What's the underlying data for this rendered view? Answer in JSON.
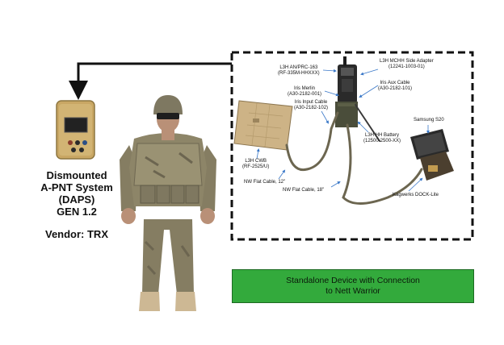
{
  "device": {
    "lines": [
      "Dismounted",
      "A-PNT System",
      "(DAPS)",
      "GEN 1.2"
    ],
    "vendor": "Vendor: TRX"
  },
  "callouts": {
    "radio": [
      "L3H AN/PRC-163",
      "(RF-335M-HHXXX)"
    ],
    "side_adapter": [
      "L3H MCHH Side Adapter",
      "(12241-1003-01)"
    ],
    "iris_merlin": [
      "Iris Merlin",
      "(A30-2182-001)"
    ],
    "iris_aux": [
      "Iris Aux Cable",
      "(A30-2182-101)"
    ],
    "iris_input": [
      "Iris Input Cable",
      "(A30-2182-102)"
    ],
    "battery": [
      "L3H HH Battery",
      "(12500-2500-XX)"
    ],
    "samsung": [
      "Samsung S20"
    ],
    "cwb": [
      "L3H CWB",
      "(RF-2525/U)"
    ],
    "nw_flat_12": [
      "NW Flat Cable, 12\""
    ],
    "nw_flat_18": [
      "NW Flat Cable, 18\""
    ],
    "kagwerks": [
      "Kagwerks DOCK-Lite"
    ]
  },
  "standalone": {
    "line1": "Standalone Device with Connection",
    "line2": "to Nett Warrior"
  },
  "colors": {
    "green_box": "#33aa3c",
    "device_body": "#c9a764",
    "camo": "#8d8568",
    "dashed_border": "#111111"
  }
}
